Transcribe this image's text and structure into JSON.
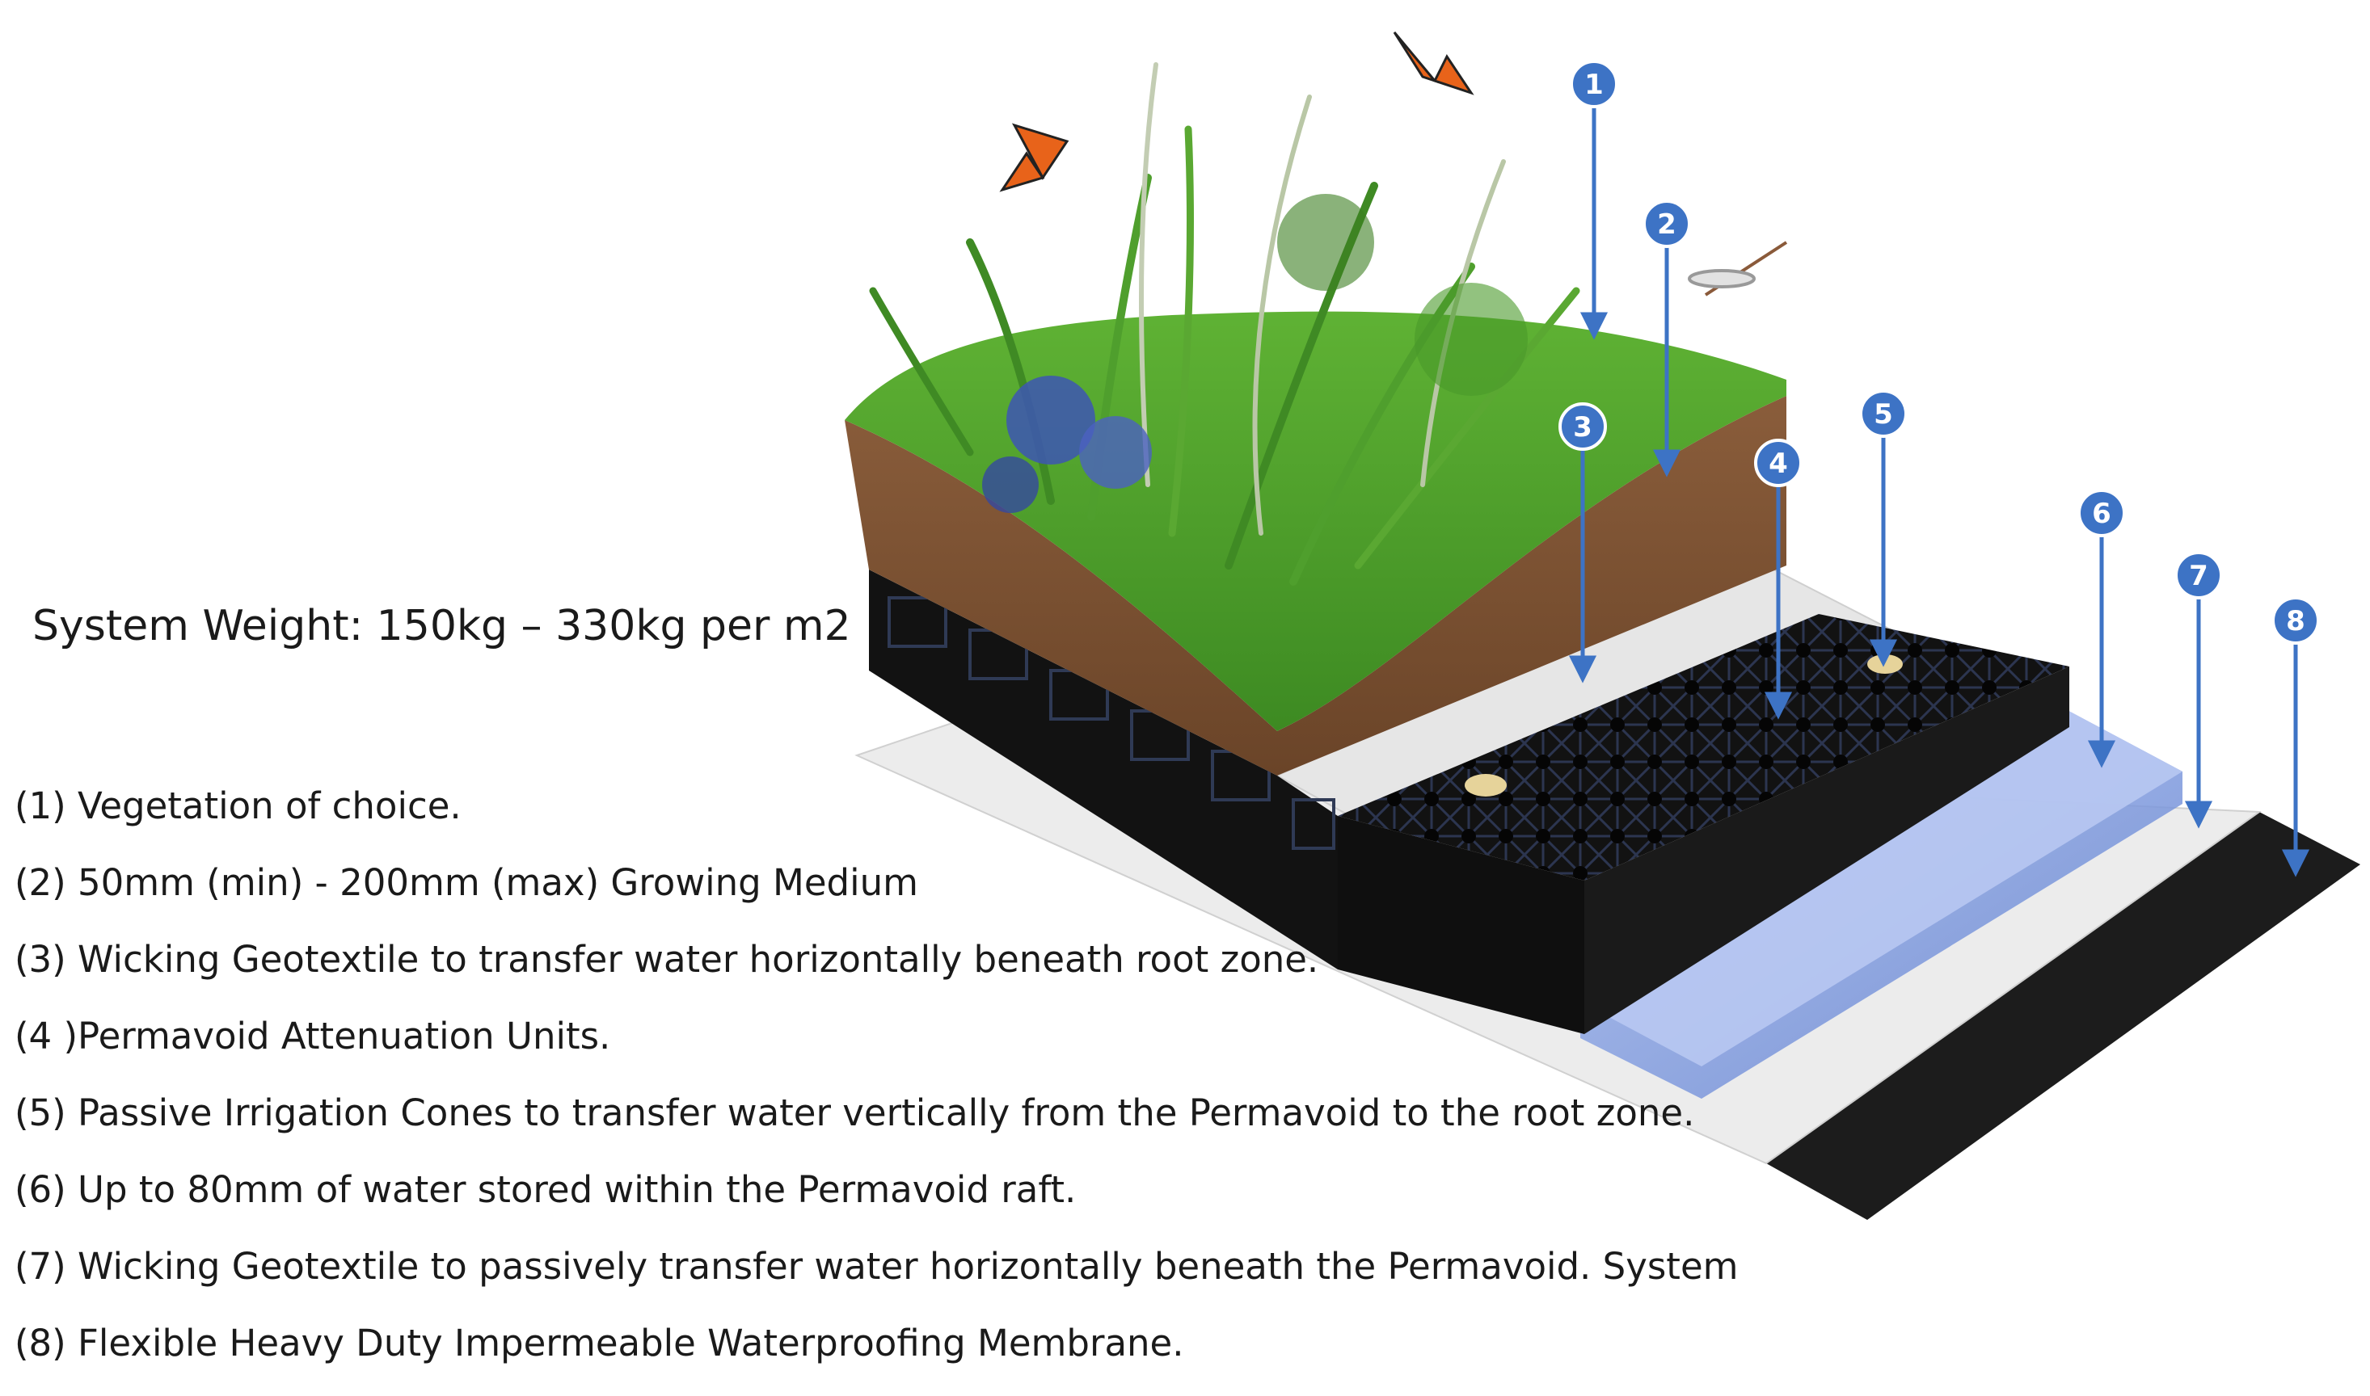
{
  "system_weight": "System Weight: 150kg – 330kg per m2",
  "legend": [
    "(1) Vegetation of choice.",
    "(2) 50mm (min) - 200mm (max) Growing Medium",
    "(3) Wicking Geotextile to transfer water horizontally beneath root zone.",
    "(4 )Permavoid Attenuation Units.",
    "(5) Passive Irrigation Cones to transfer water vertically from the Permavoid to the root zone.",
    "(6) Up to 80mm of water stored within the Permavoid raft.",
    "(7) Wicking Geotextile to passively transfer water horizontally beneath the Permavoid. System",
    "(8) Flexible Heavy Duty Impermeable Waterproofing Membrane."
  ],
  "markers": [
    "1",
    "2",
    "3",
    "4",
    "5",
    "6",
    "7",
    "8"
  ],
  "colors": {
    "marker_blue": "#3d73c5",
    "grass_green": "#4a9a2a",
    "soil_brown": "#7a5233",
    "permavoid_black": "#151515",
    "water_blue": "#8aa6e0",
    "membrane_dark": "#1c1c1c",
    "geotextile_white": "#eeeeee"
  }
}
